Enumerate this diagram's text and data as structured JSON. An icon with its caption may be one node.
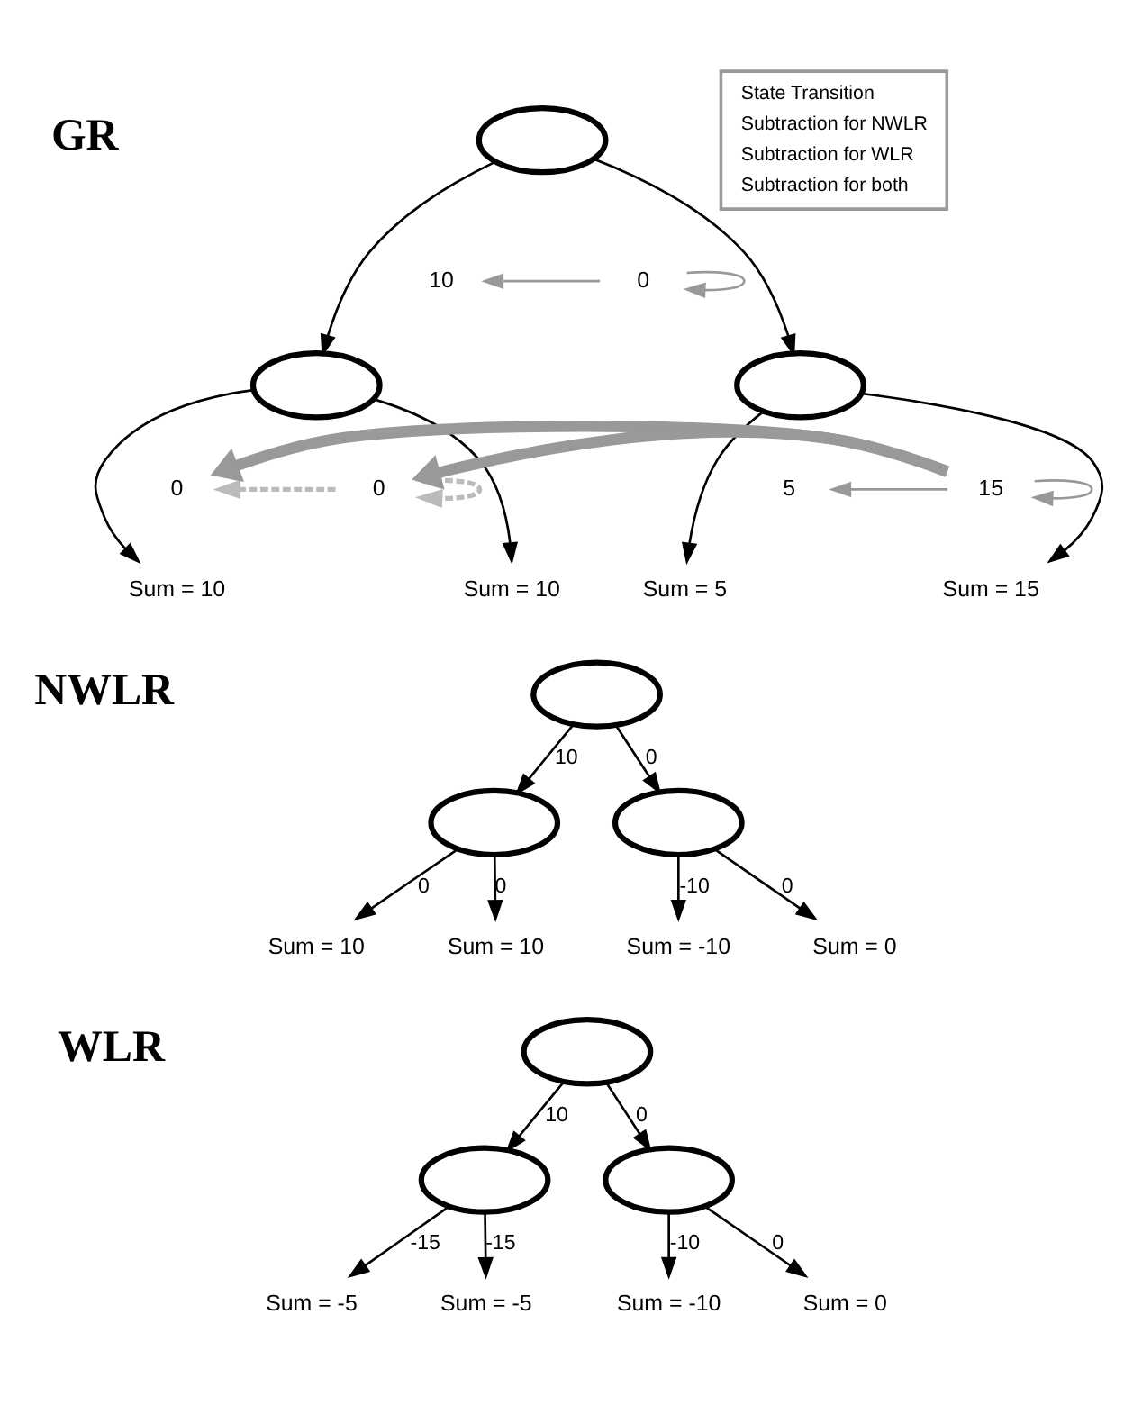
{
  "diagram": {
    "nodes": [
      {
        "text": [],
        "shape": "ellipse"
      },
      {
        "text": [
          "10"
        ]
      },
      {
        "text": [
          "0"
        ]
      },
      {
        "text": [],
        "shape": "ellipse"
      },
      {
        "text": [],
        "shape": "ellipse"
      },
      {
        "text": [
          "0"
        ]
      },
      {
        "text": [
          "0"
        ]
      },
      {
        "text": [
          "5"
        ]
      },
      {
        "text": [
          "15"
        ]
      },
      {
        "text": [
          "Sum = 10"
        ]
      },
      {
        "text": [
          "Sum = 10"
        ]
      },
      {
        "text": [
          "Sum = 5"
        ]
      },
      {
        "text": [
          "Sum = 15"
        ]
      },
      {
        "text": [],
        "shape": "ellipse"
      },
      {
        "text": [],
        "shape": "ellipse"
      },
      {
        "text": [],
        "shape": "ellipse"
      },
      {
        "text": [
          "Sum = 10"
        ]
      },
      {
        "text": [
          "Sum = 10"
        ]
      },
      {
        "text": [
          "Sum = -10"
        ]
      },
      {
        "text": [
          "Sum = 0"
        ]
      },
      {
        "text": [],
        "shape": "ellipse"
      },
      {
        "text": [],
        "shape": "ellipse"
      },
      {
        "text": [],
        "shape": "ellipse"
      },
      {
        "text": [
          "Sum = -5"
        ]
      },
      {
        "text": [
          "Sum = -5"
        ]
      },
      {
        "text": [
          "Sum = -10"
        ]
      },
      {
        "text": [
          "Sum = 0"
        ]
      }
    ],
    "edges": [
      {
        "from": 0,
        "to": 3,
        "arrow": "to"
      },
      {
        "from": 0,
        "to": 4,
        "arrow": "to"
      },
      {
        "from": 3,
        "to": 9,
        "arrow": "to"
      },
      {
        "from": 3,
        "to": 10,
        "arrow": "to"
      },
      {
        "from": 4,
        "to": 11,
        "arrow": "to"
      },
      {
        "from": 4,
        "to": 12,
        "arrow": "to"
      },
      {
        "from": 2,
        "to": 1,
        "arrow": "to",
        "color": "#999999"
      },
      {
        "from": 2,
        "to": 2,
        "arrow": "to",
        "color": "#999999"
      },
      {
        "from": 6,
        "to": 5,
        "arrow": "to",
        "style": "dashed",
        "color": "#bbbbbb"
      },
      {
        "from": 6,
        "to": 6,
        "arrow": "to",
        "style": "dashed",
        "color": "#bbbbbb"
      },
      {
        "from": 8,
        "to": 7,
        "arrow": "to",
        "color": "#999999"
      },
      {
        "from": 8,
        "to": 6,
        "arrow": "to",
        "style": "thick",
        "color": "#999999"
      },
      {
        "from": 8,
        "to": 5,
        "arrow": "to",
        "style": "thick",
        "color": "#999999"
      },
      {
        "from": 8,
        "to": 8,
        "arrow": "to",
        "color": "#999999"
      },
      {
        "from": 13,
        "to": 14,
        "arrow": "to",
        "label": "10"
      },
      {
        "from": 13,
        "to": 15,
        "arrow": "to",
        "label": "0"
      },
      {
        "from": 14,
        "to": 16,
        "arrow": "to",
        "label": "0"
      },
      {
        "from": 14,
        "to": 17,
        "arrow": "to",
        "label": "0"
      },
      {
        "from": 15,
        "to": 18,
        "arrow": "to",
        "label": "-10"
      },
      {
        "from": 15,
        "to": 19,
        "arrow": "to",
        "label": "0"
      },
      {
        "from": 20,
        "to": 21,
        "arrow": "to",
        "label": "10"
      },
      {
        "from": 20,
        "to": 22,
        "arrow": "to",
        "label": "0"
      },
      {
        "from": 21,
        "to": 23,
        "arrow": "to",
        "label": "-15"
      },
      {
        "from": 21,
        "to": 24,
        "arrow": "to",
        "label": "-15"
      },
      {
        "from": 22,
        "to": 25,
        "arrow": "to",
        "label": "-10"
      },
      {
        "from": 22,
        "to": 26,
        "arrow": "to",
        "label": "0"
      }
    ],
    "labels": [
      "GR",
      "NWLR",
      "WLR"
    ],
    "legend": [
      {
        "text": "State Transition"
      },
      {
        "text": "Subtraction for NWLR"
      },
      {
        "text": "Subtraction for WLR"
      },
      {
        "text": "Subtraction for both"
      }
    ]
  }
}
